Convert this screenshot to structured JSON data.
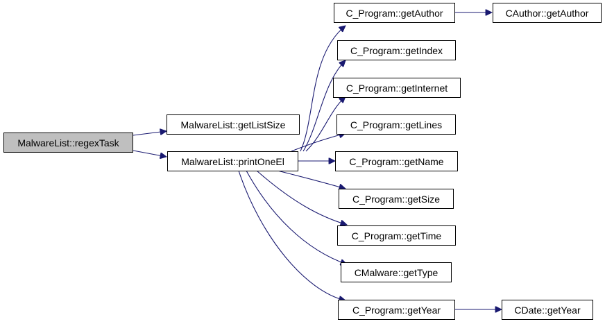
{
  "graph": {
    "edge_color": "#191970",
    "root_fill": "#bfbfbf",
    "nodes": {
      "root": "MalwareList::regexTask",
      "get_list_size": "MalwareList::getListSize",
      "print_one_el": "MalwareList::printOneEl",
      "prog_get_author": "C_Program::getAuthor",
      "author_get_author": "CAuthor::getAuthor",
      "prog_get_index": "C_Program::getIndex",
      "prog_get_internet": "C_Program::getInternet",
      "prog_get_lines": "C_Program::getLines",
      "prog_get_name": "C_Program::getName",
      "prog_get_size": "C_Program::getSize",
      "prog_get_time": "C_Program::getTime",
      "malware_get_type": "CMalware::getType",
      "prog_get_year": "C_Program::getYear",
      "date_get_year": "CDate::getYear"
    },
    "edges": [
      [
        "root",
        "get_list_size"
      ],
      [
        "root",
        "print_one_el"
      ],
      [
        "print_one_el",
        "prog_get_author"
      ],
      [
        "print_one_el",
        "prog_get_index"
      ],
      [
        "print_one_el",
        "prog_get_internet"
      ],
      [
        "print_one_el",
        "prog_get_lines"
      ],
      [
        "print_one_el",
        "prog_get_name"
      ],
      [
        "print_one_el",
        "prog_get_size"
      ],
      [
        "print_one_el",
        "prog_get_time"
      ],
      [
        "print_one_el",
        "malware_get_type"
      ],
      [
        "print_one_el",
        "prog_get_year"
      ],
      [
        "prog_get_author",
        "author_get_author"
      ],
      [
        "prog_get_year",
        "date_get_year"
      ]
    ]
  }
}
